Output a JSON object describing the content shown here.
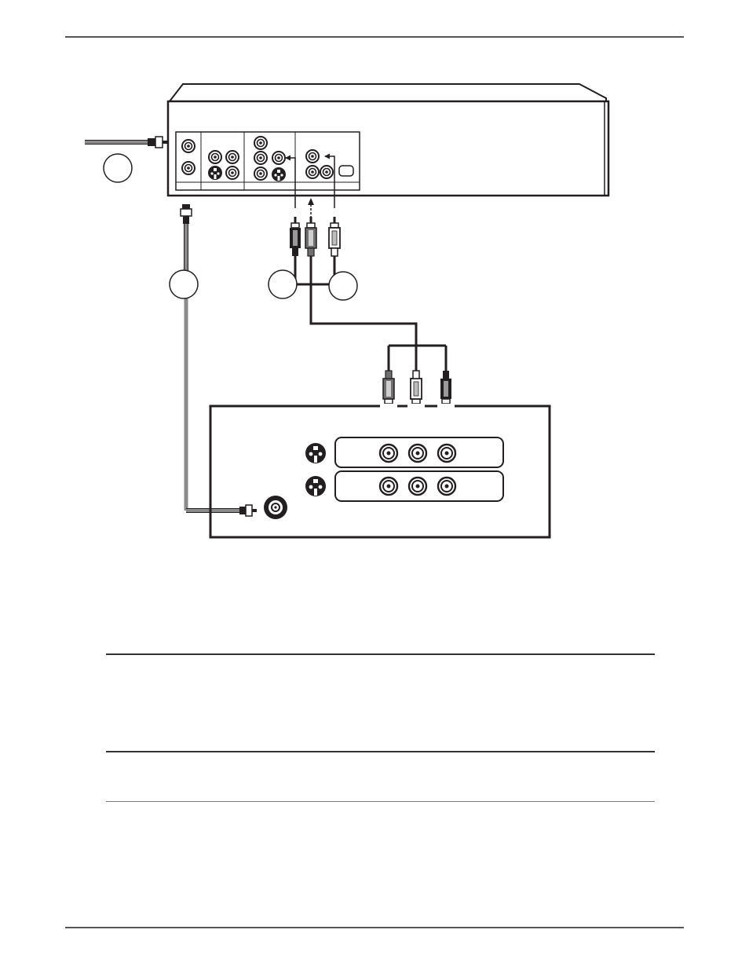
{
  "page": {
    "rule_color": "#555555",
    "line_color": "#231f20",
    "cable_gray": "#8a8a8a"
  },
  "diagram": {
    "devices": [
      {
        "name": "source-device",
        "kind": "VCR/DVD back panel"
      },
      {
        "name": "tv-back-panel",
        "kind": "TV input panel"
      }
    ],
    "callouts": [
      {
        "name": "callout-antenna-in",
        "label": ""
      },
      {
        "name": "callout-rf-cable",
        "label": ""
      },
      {
        "name": "callout-video-cable",
        "label": ""
      },
      {
        "name": "callout-audio-cable",
        "label": ""
      }
    ],
    "icons": [
      "coax-connector-icon",
      "rca-plug-icon",
      "svideo-jack-icon",
      "rca-jack-icon",
      "signal-arrow-icon"
    ]
  },
  "text_blocks": []
}
